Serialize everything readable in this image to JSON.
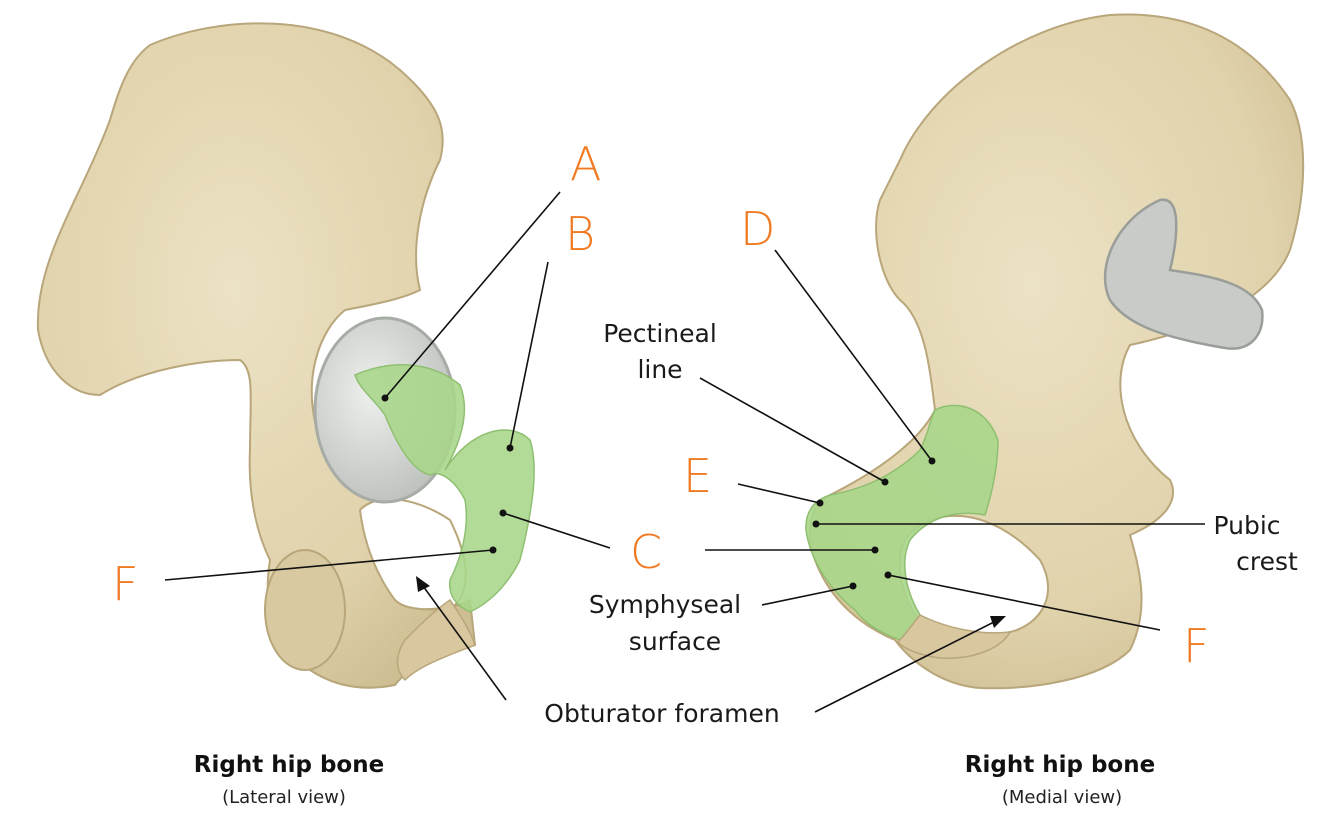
{
  "colors": {
    "bone": "#e3d6b2",
    "bone_shadow": "#c9b98f",
    "bone_outline": "#b9a67a",
    "cartilage": "#d9dcd8",
    "highlight_green": "#a9d68a",
    "letter_orange": "#f07a22",
    "ink": "#111111"
  },
  "letters": {
    "A": "A",
    "B": "B",
    "C": "C",
    "D": "D",
    "E": "E",
    "F_left": "F",
    "F_right": "F"
  },
  "labels": {
    "pectineal_line_1": "Pectineal",
    "pectineal_line_2": "line",
    "pubic_crest_1": "Pubic",
    "pubic_crest_2": "crest",
    "symphyseal_surface_1": "Symphyseal",
    "symphyseal_surface_2": "surface",
    "obturator_foramen": "Obturator foramen"
  },
  "captions": {
    "left_title": "Right hip bone",
    "left_sub": "(Lateral view)",
    "right_title": "Right hip bone",
    "right_sub": "(Medial view)"
  }
}
